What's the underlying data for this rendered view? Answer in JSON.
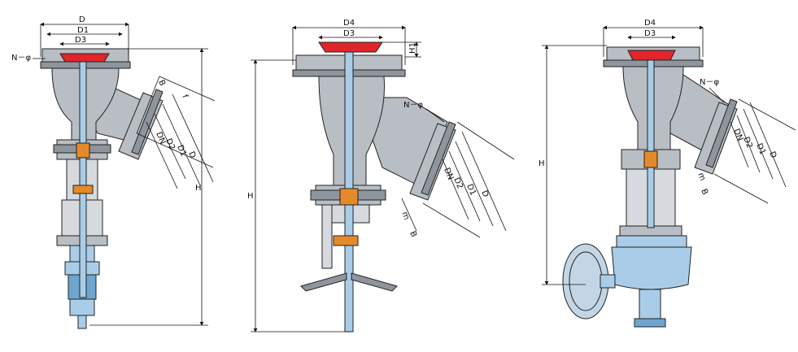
{
  "figure": {
    "colors": {
      "body": "#b9bec4",
      "body_dark": "#8e959c",
      "stem": "#a9cde8",
      "handwheel_top": "#e0252b",
      "packing": "#e58a2a",
      "gear_operator": "#c3d6e6"
    }
  },
  "valve1": {
    "top": [
      "D",
      "D1",
      "D3"
    ],
    "n_phi": "N－φ",
    "branch": {
      "b": "B",
      "f": "f",
      "dn": "DN",
      "d2": "D2",
      "d1": "D1",
      "d": "D"
    },
    "height": "H"
  },
  "valve2": {
    "top": [
      "D4",
      "D3"
    ],
    "h1": "H1",
    "n_phi": "N－φ",
    "branch": {
      "dn": "DN",
      "d2": "D2",
      "d1": "D1",
      "d": "D",
      "m": "m",
      "b": "B"
    },
    "height": "H"
  },
  "valve3": {
    "top": [
      "D4",
      "D3"
    ],
    "n_phi": "N－φ",
    "branch": {
      "dn": "DN",
      "d2": "D2",
      "d1": "D1",
      "d": "D",
      "m": "m",
      "b": "B"
    },
    "height": "H"
  }
}
